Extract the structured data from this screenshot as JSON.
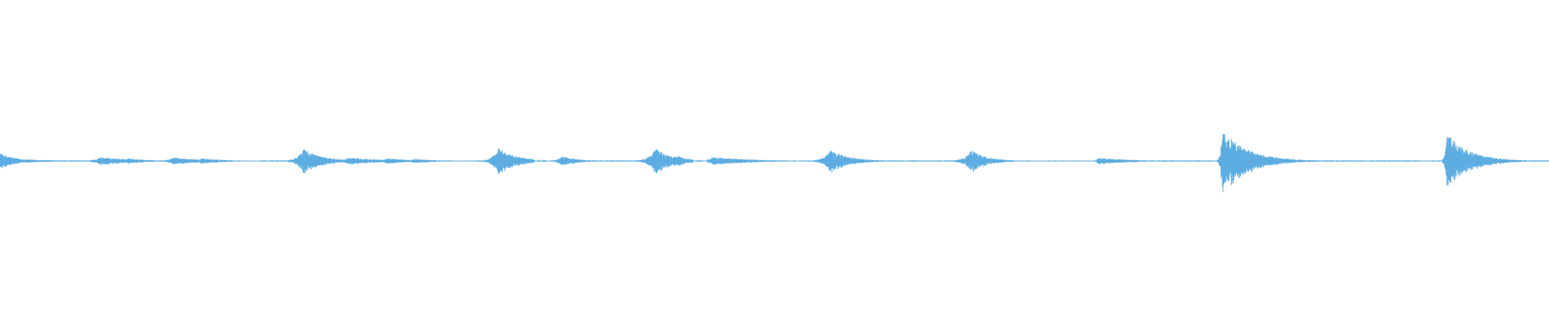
{
  "waveform": {
    "color": "#5dade2",
    "background": "#ffffff",
    "duration_fraction_scale": [
      0,
      1
    ],
    "amplitude_scale": [
      -1,
      1
    ],
    "baseline_level": 0.004,
    "bursts": [
      {
        "t": 0.0,
        "peak": 0.05,
        "decay": 0.01,
        "attack": 0.001
      },
      {
        "t": 0.004,
        "peak": 0.02,
        "decay": 0.02,
        "attack": 0.002
      },
      {
        "t": 0.065,
        "peak": 0.025,
        "decay": 0.02,
        "attack": 0.004
      },
      {
        "t": 0.083,
        "peak": 0.018,
        "decay": 0.012,
        "attack": 0.003
      },
      {
        "t": 0.112,
        "peak": 0.022,
        "decay": 0.02,
        "attack": 0.004
      },
      {
        "t": 0.13,
        "peak": 0.018,
        "decay": 0.015,
        "attack": 0.003
      },
      {
        "t": 0.196,
        "peak": 0.075,
        "decay": 0.012,
        "attack": 0.004
      },
      {
        "t": 0.225,
        "peak": 0.022,
        "decay": 0.022,
        "attack": 0.004
      },
      {
        "t": 0.25,
        "peak": 0.018,
        "decay": 0.015,
        "attack": 0.003
      },
      {
        "t": 0.268,
        "peak": 0.015,
        "decay": 0.012,
        "attack": 0.003
      },
      {
        "t": 0.321,
        "peak": 0.085,
        "decay": 0.012,
        "attack": 0.003
      },
      {
        "t": 0.363,
        "peak": 0.03,
        "decay": 0.01,
        "attack": 0.003
      },
      {
        "t": 0.423,
        "peak": 0.08,
        "decay": 0.012,
        "attack": 0.004
      },
      {
        "t": 0.437,
        "peak": 0.04,
        "decay": 0.006,
        "attack": 0.001
      },
      {
        "t": 0.46,
        "peak": 0.025,
        "decay": 0.025,
        "attack": 0.004
      },
      {
        "t": 0.536,
        "peak": 0.07,
        "decay": 0.012,
        "attack": 0.004
      },
      {
        "t": 0.627,
        "peak": 0.07,
        "decay": 0.01,
        "attack": 0.004
      },
      {
        "t": 0.71,
        "peak": 0.02,
        "decay": 0.02,
        "attack": 0.004
      },
      {
        "t": 0.789,
        "peak": 0.2,
        "decay": 0.016,
        "attack": 0.001
      },
      {
        "t": 0.934,
        "peak": 0.18,
        "decay": 0.014,
        "attack": 0.001
      }
    ],
    "gaps": [
      [
        0.155,
        0.168
      ],
      [
        0.292,
        0.305
      ],
      [
        0.345,
        0.356
      ],
      [
        0.447,
        0.457
      ],
      [
        0.505,
        0.52
      ],
      [
        0.655,
        0.708
      ],
      [
        0.916,
        0.93
      ]
    ]
  }
}
